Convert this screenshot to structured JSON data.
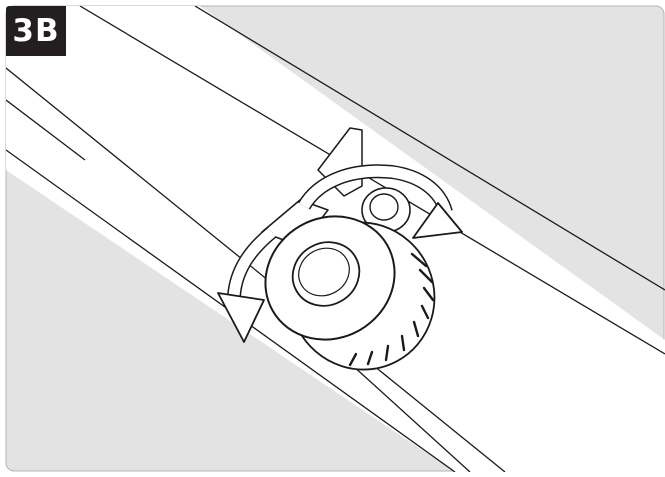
{
  "figure": {
    "step_label": "3B",
    "illustration": "adjustment-knob-on-tube",
    "colors": {
      "background_panel": "#e3e3e3",
      "tube_fill": "#ffffff",
      "outline": "#1a1a1a",
      "badge": "#231f20"
    },
    "arrows": [
      "rotate-around-tube-arrow",
      "rotate-downward-arrow"
    ]
  }
}
